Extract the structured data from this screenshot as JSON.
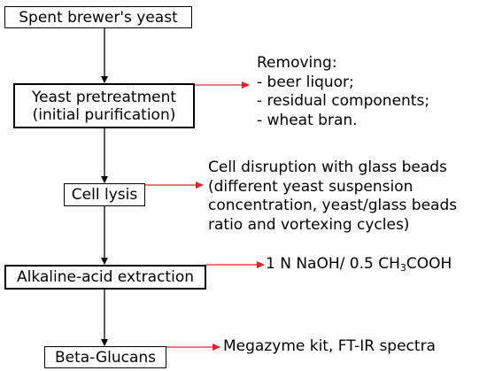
{
  "steps": {
    "spent_yeast": "Spent brewer's yeast",
    "pretreatment": {
      "line1": "Yeast pretreatment",
      "line2": "(initial purification)"
    },
    "cell_lysis": "Cell lysis",
    "alkaline_acid": "Alkaline-acid extraction",
    "beta_glucans": "Beta-Glucans"
  },
  "notes": {
    "removing": {
      "title": "Removing:",
      "items": [
        "- beer liquor;",
        "- residual components;",
        "- wheat bran."
      ]
    },
    "lysis": {
      "lines": [
        "Cell disruption with glass beads",
        "(different yeast suspension",
        "concentration, yeast/glass beads",
        "ratio and vortexing cycles)"
      ]
    },
    "extraction": {
      "part1": "1 N NaOH/ 0.5 CH",
      "sub1": "3",
      "part2": "COOH"
    },
    "analysis": "Megazyme kit, FT-IR spectra"
  },
  "colors": {
    "flow_arrow": "#000000",
    "side_arrow": "#e8202a"
  }
}
